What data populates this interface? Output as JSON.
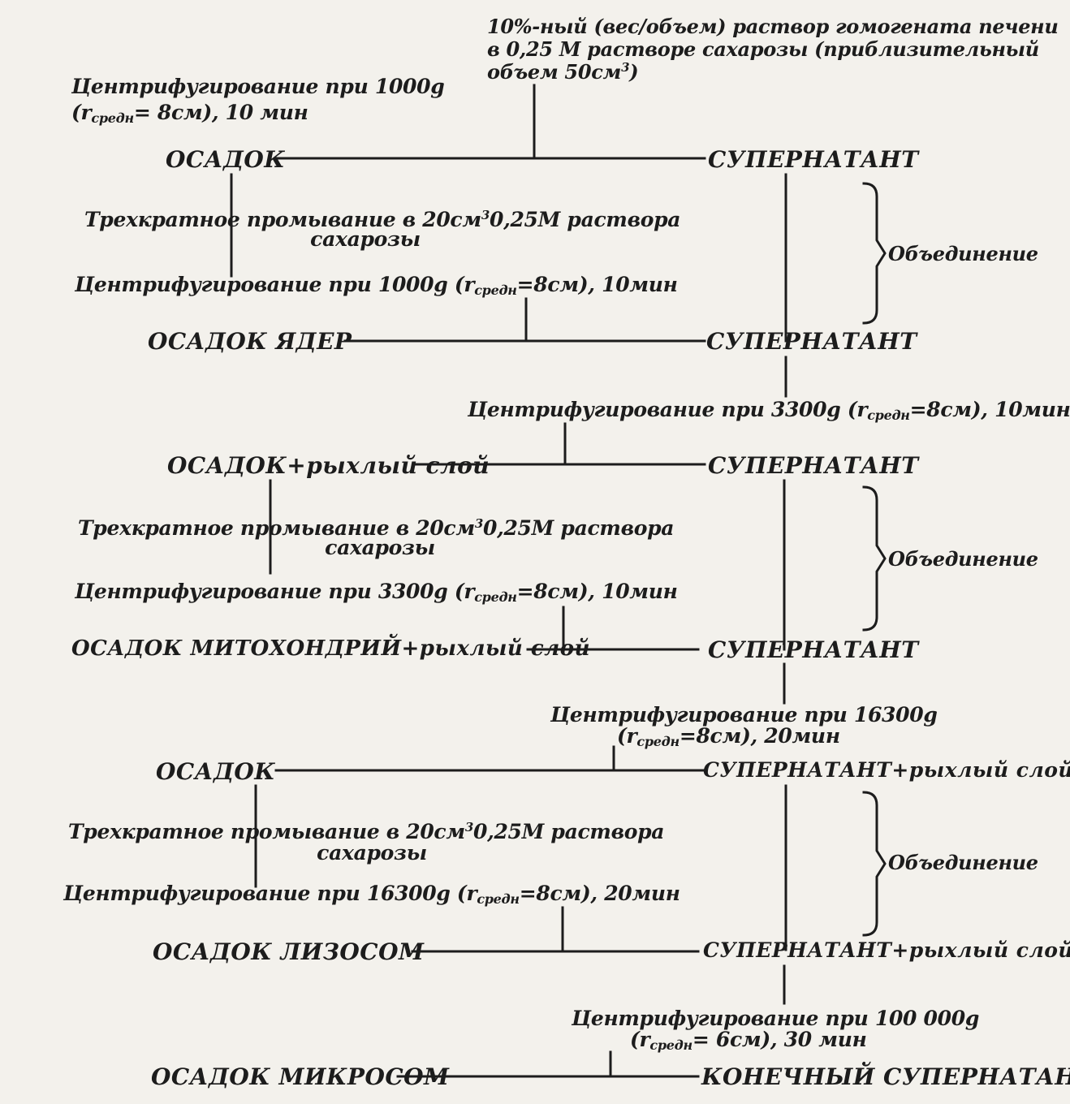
{
  "start": {
    "line1": "10%-ный (вес/объем) раствор гомогената печени",
    "line2": "в 0,25 М растворе сахарозы (приблизительный",
    "line3a": "объем 50см",
    "line3_sup": "3",
    "line3b": ")"
  },
  "stage1": {
    "spin_line1": "Центрифугирование при 1000g",
    "spin_line2_a": "(r",
    "spin_line2_sub": "средн",
    "spin_line2_b": "= 8см), 10 мин",
    "pellet": "ОСАДОК",
    "supernatant": "СУПЕРНАТАНТ",
    "wash_line1_a": "Трехкратное промывание в 20см",
    "wash_line1_sup": "3",
    "wash_line1_b": "0,25М раствора",
    "wash_line2": "сахарозы",
    "respin_a": "Центрифугирование при 1000g (r",
    "respin_sub": "средн",
    "respin_b": "=8см), 10мин",
    "final_pellet": "ОСАДОК  ЯДЕР",
    "final_supernatant": "СУПЕРНАТАНТ",
    "combine": "Объединение"
  },
  "stage2": {
    "spin_a": "Центрифугирование при 3300g (r",
    "spin_sub": "средн",
    "spin_b": "=8см), 10мин",
    "pellet": "ОСАДОК+рыхлый слой",
    "supernatant": "СУПЕРНАТАНТ",
    "wash_line1_a": "Трехкратное промывание в 20см",
    "wash_line1_sup": "3",
    "wash_line1_b": "0,25М раствора",
    "wash_line2": "сахарозы",
    "respin_a": "Центрифугирование при 3300g (r",
    "respin_sub": "средн",
    "respin_b": "=8см), 10мин",
    "final_pellet": "ОСАДОК МИТОХОНДРИЙ+рыхлый слой",
    "final_supernatant": "СУПЕРНАТАНТ",
    "combine": "Объединение"
  },
  "stage3": {
    "spin_line1": "Центрифугирование при 16300g",
    "spin_line2_a": "(r",
    "spin_line2_sub": "средн",
    "spin_line2_b": "=8см), 20мин",
    "pellet": "ОСАДОК",
    "supernatant": "СУПЕРНАТАНТ+рыхлый слой",
    "wash_line1_a": "Трехкратное промывание в 20см",
    "wash_line1_sup": "3",
    "wash_line1_b": "0,25М раствора",
    "wash_line2": "сахарозы",
    "respin_a": "Центрифугирование при 16300g (r",
    "respin_sub": "средн",
    "respin_b": "=8см), 20мин",
    "final_pellet": "ОСАДОК  ЛИЗОСОМ",
    "final_supernatant": "СУПЕРНАТАНТ+рыхлый слой",
    "combine": "Объединение"
  },
  "stage4": {
    "spin_line1": "Центрифугирование при 100 000g",
    "spin_line2_a": "(r",
    "spin_line2_sub": "средн",
    "spin_line2_b": "= 6см), 30 мин",
    "pellet": "ОСАДОК  МИКРОСОМ",
    "supernatant": "КОНЕЧНЫЙ  СУПЕРНАТАНТ"
  }
}
